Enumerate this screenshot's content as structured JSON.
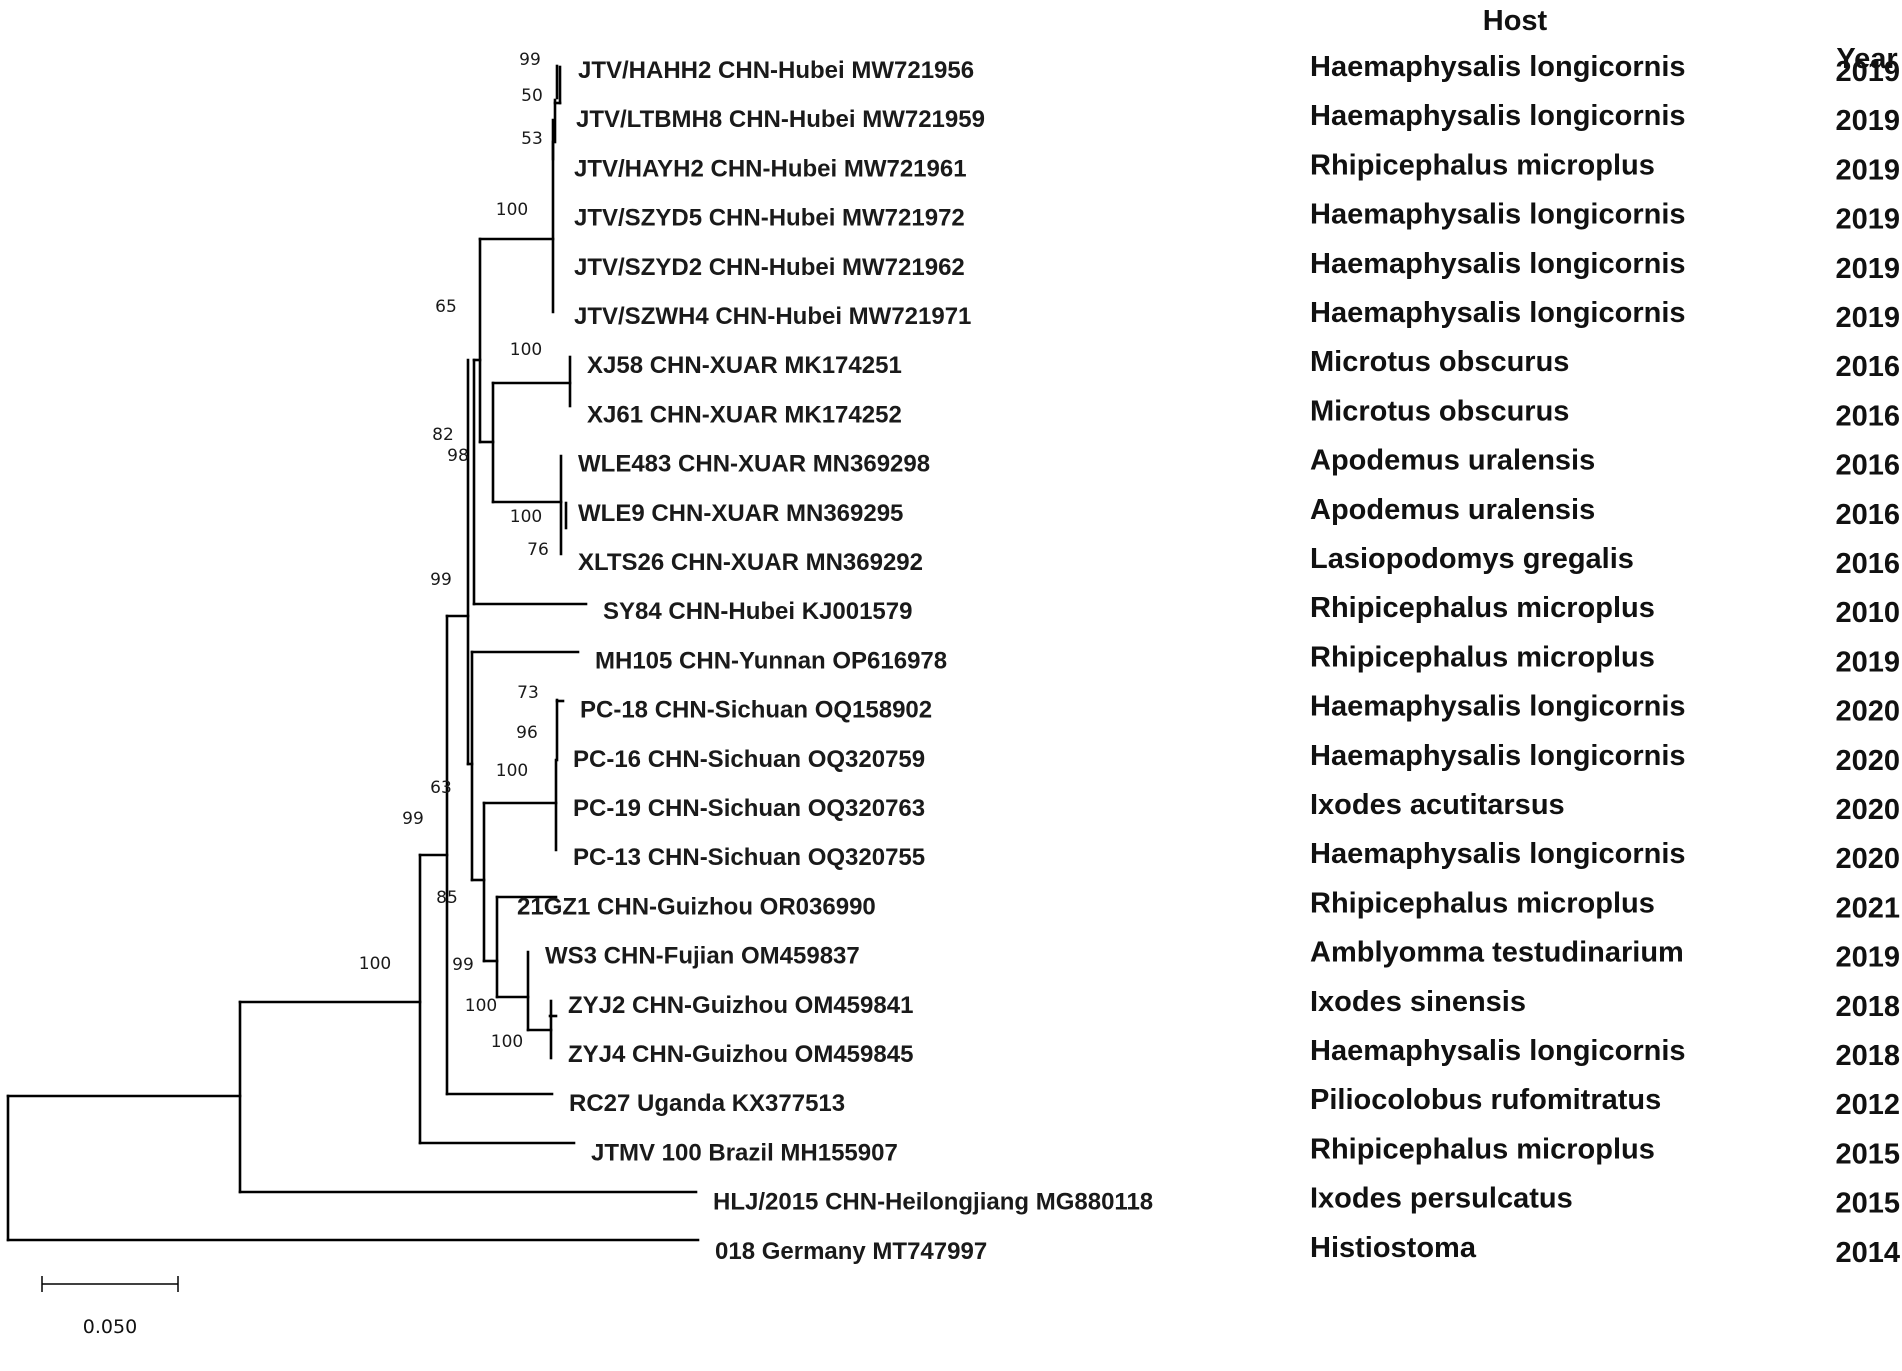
{
  "headers": {
    "host": "Host",
    "year": "Year"
  },
  "scale": {
    "label": "0.050"
  },
  "taxa": [
    {
      "name": "JTV/HAHH2 CHN-Hubei MW721956",
      "host": "Haemaphysalis longicornis",
      "year": "2019"
    },
    {
      "name": "JTV/LTBMH8 CHN-Hubei MW721959",
      "host": "Haemaphysalis longicornis",
      "year": "2019"
    },
    {
      "name": "JTV/HAYH2 CHN-Hubei MW721961",
      "host": "Rhipicephalus microplus",
      "year": "2019"
    },
    {
      "name": "JTV/SZYD5 CHN-Hubei MW721972",
      "host": "Haemaphysalis longicornis",
      "year": "2019"
    },
    {
      "name": "JTV/SZYD2 CHN-Hubei MW721962",
      "host": "Haemaphysalis longicornis",
      "year": "2019"
    },
    {
      "name": "JTV/SZWH4 CHN-Hubei MW721971",
      "host": "Haemaphysalis longicornis",
      "year": "2019"
    },
    {
      "name": "XJ58 CHN-XUAR MK174251",
      "host": "Microtus obscurus",
      "year": "2016"
    },
    {
      "name": "XJ61 CHN-XUAR MK174252",
      "host": "Microtus obscurus",
      "year": "2016"
    },
    {
      "name": "WLE483 CHN-XUAR MN369298",
      "host": "Apodemus uralensis",
      "year": "2016"
    },
    {
      "name": "WLE9 CHN-XUAR MN369295",
      "host": "Apodemus uralensis",
      "year": "2016"
    },
    {
      "name": "XLTS26 CHN-XUAR MN369292",
      "host": "Lasiopodomys gregalis",
      "year": "2016"
    },
    {
      "name": "SY84 CHN-Hubei KJ001579",
      "host": "Rhipicephalus microplus",
      "year": "2010"
    },
    {
      "name": "MH105 CHN-Yunnan OP616978",
      "host": "Rhipicephalus microplus",
      "year": "2019"
    },
    {
      "name": "PC-18 CHN-Sichuan OQ158902",
      "host": "Haemaphysalis longicornis",
      "year": "2020"
    },
    {
      "name": "PC-16 CHN-Sichuan OQ320759",
      "host": "Haemaphysalis longicornis",
      "year": "2020"
    },
    {
      "name": "PC-19 CHN-Sichuan OQ320763",
      "host": "Ixodes acutitarsus",
      "year": "2020"
    },
    {
      "name": "PC-13 CHN-Sichuan OQ320755",
      "host": "Haemaphysalis longicornis",
      "year": "2020"
    },
    {
      "name": "21GZ1 CHN-Guizhou OR036990",
      "host": "Rhipicephalus microplus",
      "year": "2021"
    },
    {
      "name": "WS3 CHN-Fujian OM459837",
      "host": "Amblyomma testudinarium",
      "year": "2019"
    },
    {
      "name": "ZYJ2 CHN-Guizhou OM459841",
      "host": "Ixodes sinensis",
      "year": "2018"
    },
    {
      "name": "ZYJ4 CHN-Guizhou OM459845",
      "host": "Haemaphysalis longicornis",
      "year": "2018"
    },
    {
      "name": "RC27 Uganda KX377513",
      "host": "Piliocolobus rufomitratus",
      "year": "2012"
    },
    {
      "name": "JTMV 100 Brazil MH155907",
      "host": "Rhipicephalus microplus",
      "year": "2015"
    },
    {
      "name": "HLJ/2015 CHN-Heilongjiang MG880118",
      "host": "Ixodes persulcatus",
      "year": "2015"
    },
    {
      "name": "018 Germany MT747997",
      "host": "Histiostoma",
      "year": "2014"
    }
  ],
  "bootstraps": [
    "99",
    "50",
    "53",
    "100",
    "65",
    "100",
    "82",
    "98",
    "100",
    "76",
    "99",
    "73",
    "96",
    "100",
    "63",
    "85",
    "99",
    "100",
    "100",
    "99",
    "100"
  ]
}
